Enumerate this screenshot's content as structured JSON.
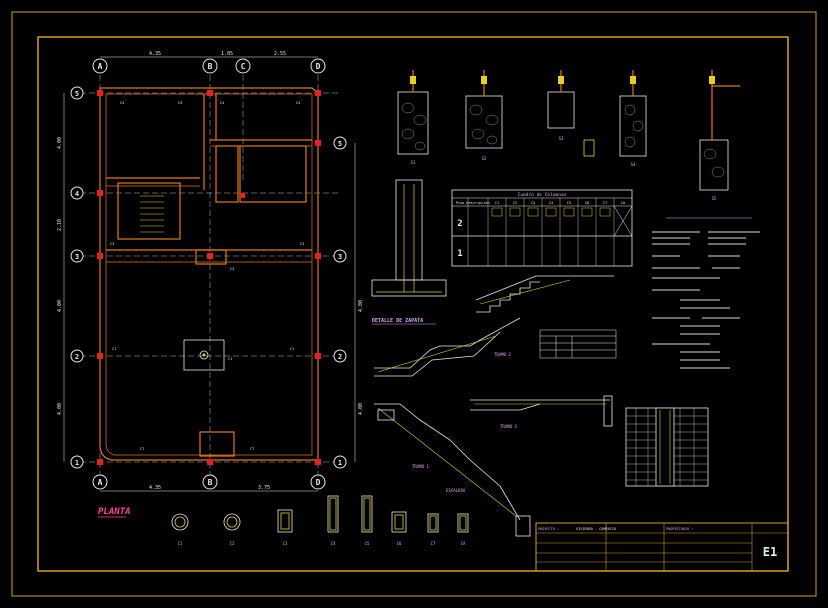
{
  "sheet": {
    "grid_letters": [
      "A",
      "B",
      "C",
      "D"
    ],
    "grid_numbers_left": [
      "5",
      "4",
      "3",
      "2",
      "1"
    ],
    "grid_numbers_right": [
      "5",
      "3",
      "2",
      "1"
    ],
    "dims_top": [
      "4.35",
      "1.05",
      "2.55"
    ],
    "dims_bottom": [
      "4.35",
      "3.75"
    ],
    "dims_left": [
      "4.00",
      "2.10",
      "4.00",
      "4.00"
    ],
    "dims_right": [
      "4.00",
      "4.00"
    ]
  },
  "plan": {
    "title": "PLANTA"
  },
  "details": {
    "zapata_title": "DETALLE DE ZAPATA",
    "tramo1": "TRAMO 1",
    "tramo2": "TRAMO 2",
    "tramo3": "TRAMO 3",
    "escalera": "ESCALERA",
    "anclaje_title_1": "DETALLE DE ANCLAJE",
    "anclaje_title_2": "COLUMNA Y MURO"
  },
  "columns_table": {
    "title": "Cuadro de Columnas",
    "headers": [
      "Piso",
      "Descripción",
      "C1",
      "C2",
      "C3",
      "C4",
      "C5",
      "C6",
      "C7",
      "CA"
    ],
    "piso_labels": [
      "2",
      "1"
    ]
  },
  "title_block": {
    "sheet_id": "E1",
    "proyecto_label": "PROYECTO :",
    "proyecto_value": "VIVIENDA - COMERCIO",
    "propietario_label": "PROPIETARIO :"
  },
  "colors": {
    "border": "#d4a020",
    "plan_lines": "#e8e8e8",
    "walls": "#e07a18",
    "accent": "#e8d020",
    "red": "#e82020",
    "label": "#e0a0ff",
    "title": "#ff40a0"
  }
}
